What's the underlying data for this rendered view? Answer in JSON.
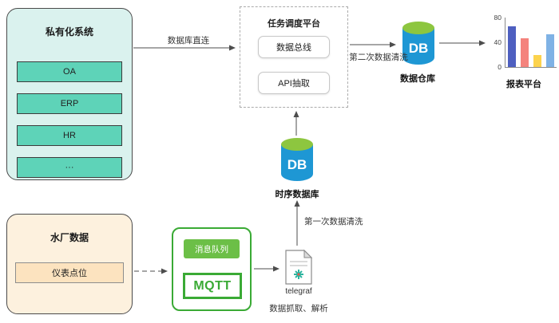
{
  "private_system": {
    "title": "私有化系统",
    "items": [
      {
        "label": "OA"
      },
      {
        "label": "ERP"
      },
      {
        "label": "HR"
      },
      {
        "label": "···"
      }
    ]
  },
  "task_platform": {
    "title": "任务调度平台",
    "items": [
      {
        "label": "数据总线"
      },
      {
        "label": "API抽取"
      }
    ]
  },
  "data_warehouse": {
    "icon_text": "DB",
    "label": "数据仓库"
  },
  "timeseries_db": {
    "icon_text": "DB",
    "label": "时序数据库"
  },
  "water_plant": {
    "title": "水厂数据",
    "items": [
      {
        "label": "仪表点位"
      }
    ]
  },
  "mqtt": {
    "queue_label": "消息队列",
    "logo_text": "MQTT"
  },
  "telegraf": {
    "label": "telegraf",
    "caption": "数据抓取、解析"
  },
  "edges": {
    "db_direct": "数据库直连",
    "second_clean": "第二次数据清洗",
    "first_clean": "第一次数据清洗"
  },
  "chart_data": {
    "type": "bar",
    "title": "报表平台",
    "categories": [
      "",
      "",
      "",
      ""
    ],
    "values": [
      68,
      48,
      20,
      54
    ],
    "colors": [
      "#4e5fc0",
      "#f4837d",
      "#fcd34d",
      "#7fb2e5"
    ],
    "yticks": [
      80,
      40,
      0
    ],
    "ylim": [
      0,
      80
    ],
    "legend": false,
    "grid": false
  },
  "accent_colors": {
    "db_body": "#1e97d4",
    "db_top": "#8dc63f",
    "mqtt_green": "#3aaa35",
    "teal_item": "#5ed3b8"
  }
}
